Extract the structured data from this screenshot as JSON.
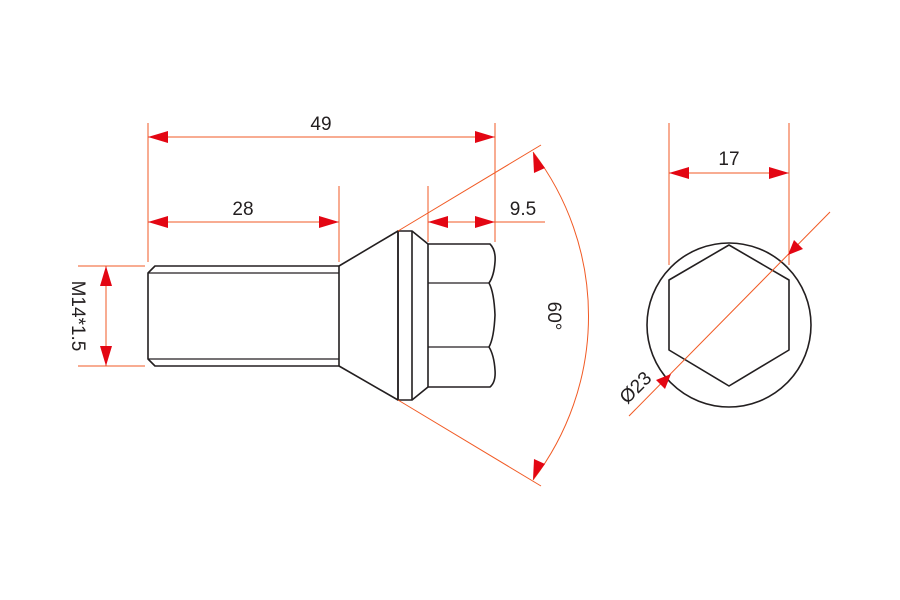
{
  "drawing": {
    "subject": "wheel bolt technical drawing",
    "colors": {
      "part_outline": "#231f20",
      "dimension_line": "#f15a24",
      "arrowhead": "#e30613",
      "background": "#ffffff"
    },
    "side_view": {
      "dimensions": {
        "overall_length": "49",
        "thread_length": "28",
        "hex_length": "9.5",
        "thread_spec": "M14*1.5",
        "seat_angle": "60°"
      }
    },
    "end_view": {
      "dimensions": {
        "hex_across_flats": "17",
        "flange_diameter": "Ø23"
      }
    }
  }
}
